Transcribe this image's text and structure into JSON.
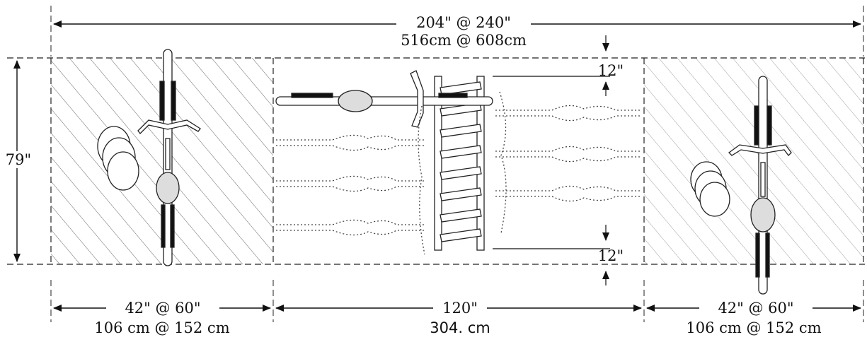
{
  "dimensions": {
    "overall_in": "204\" @ 240\"",
    "overall_cm": "516cm @ 608cm",
    "height_in": "79\"",
    "clearance_top": "12\"",
    "clearance_bottom": "12\"",
    "left_zone_in": "42\" @ 60\"",
    "left_zone_cm": "106 cm @ 152 cm",
    "center_zone_in": "120\"",
    "center_zone_cm": "304. cm",
    "right_zone_in": "42\" @ 60\"",
    "right_zone_cm": "106 cm @ 152 cm"
  }
}
